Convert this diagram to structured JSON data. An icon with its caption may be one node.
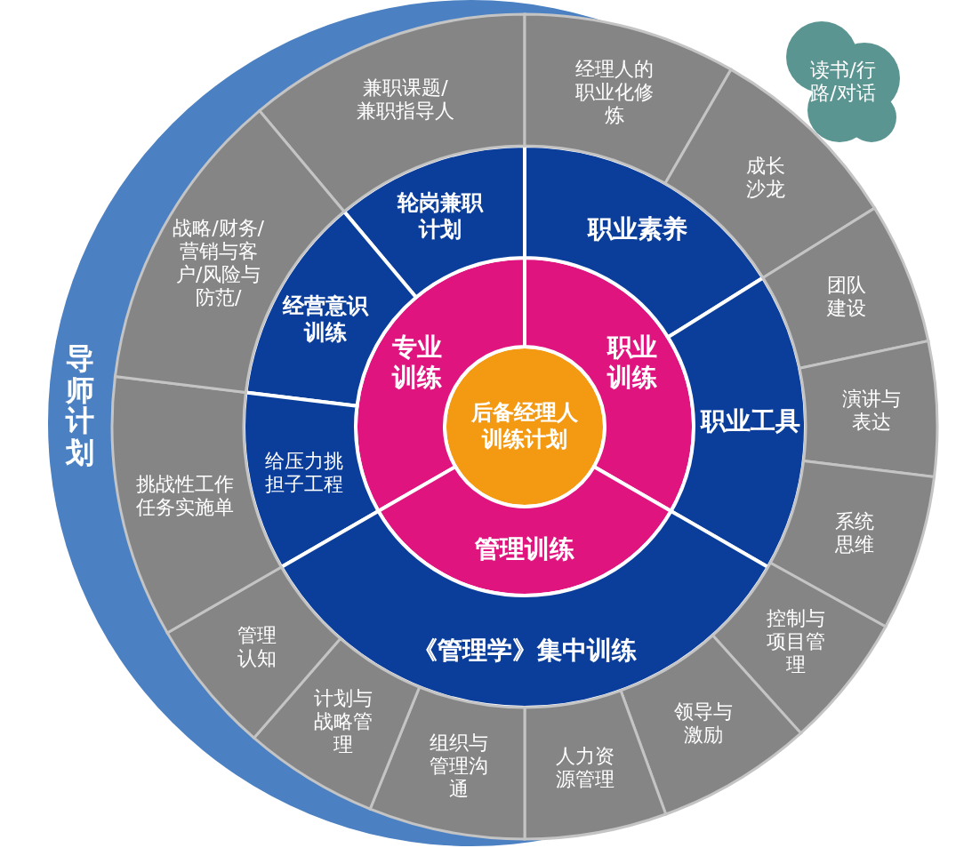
{
  "diagram": {
    "nodes": [
      {
        "text": [
          "导师计划"
        ]
      },
      {
        "text": [
          "读书/行路/对话"
        ]
      },
      {
        "text": [
          "后备经理人训练计划"
        ]
      },
      {
        "text": [
          "专业训练"
        ]
      },
      {
        "text": [
          "职业训练"
        ]
      },
      {
        "text": [
          "管理训练"
        ]
      },
      {
        "text": [
          "轮岗兼职计划"
        ]
      },
      {
        "text": [
          "经营意识训练"
        ]
      },
      {
        "text": [
          "给压力挑担子工程"
        ]
      },
      {
        "text": [
          "职业素养"
        ]
      },
      {
        "text": [
          "职业工具"
        ]
      },
      {
        "text": [
          "《管理学》集中训练"
        ]
      },
      {
        "text": [
          "兼职课题/兼职指导人"
        ]
      },
      {
        "text": [
          "经理人的职业化修炼"
        ]
      },
      {
        "text": [
          "成长沙龙"
        ]
      },
      {
        "text": [
          "团队建设"
        ]
      },
      {
        "text": [
          "演讲与表达"
        ]
      },
      {
        "text": [
          "系统思维"
        ]
      },
      {
        "text": [
          "控制与项目管理"
        ]
      },
      {
        "text": [
          "领导与激励"
        ]
      },
      {
        "text": [
          "人力资源管理"
        ]
      },
      {
        "text": [
          "组织与管理沟通"
        ]
      },
      {
        "text": [
          "计划与战略管理"
        ]
      },
      {
        "text": [
          "管理认知"
        ]
      },
      {
        "text": [
          "挑战性工作任务实施单"
        ]
      },
      {
        "text": [
          "战略/财务/营销与客户/风险与防范/"
        ]
      }
    ],
    "edges": []
  }
}
